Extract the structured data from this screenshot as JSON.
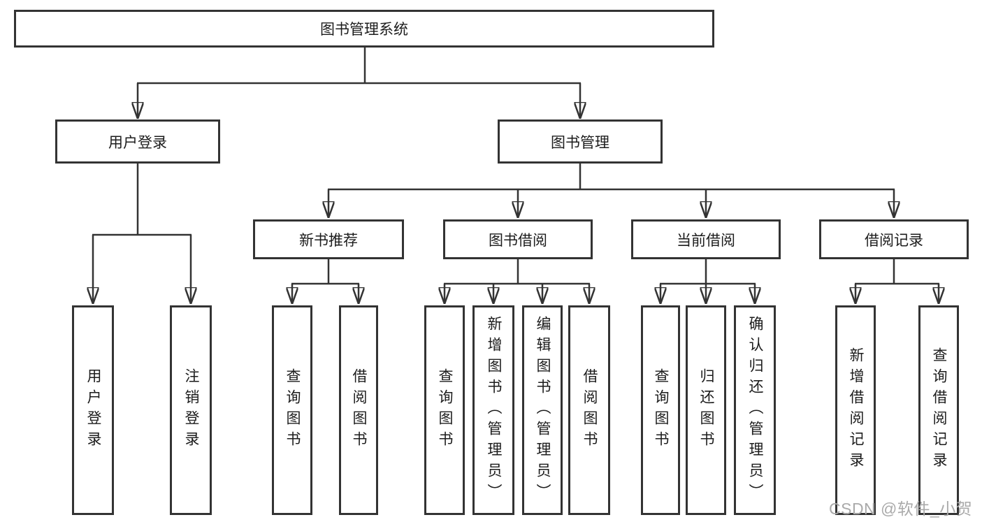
{
  "diagram": {
    "title": "图书管理系统",
    "children": [
      {
        "label": "用户登录",
        "children": [
          {
            "label": "用户登录"
          },
          {
            "label": "注销登录"
          }
        ]
      },
      {
        "label": "图书管理",
        "children": [
          {
            "label": "新书推荐",
            "children": [
              {
                "label": "查询图书"
              },
              {
                "label": "借阅图书"
              }
            ]
          },
          {
            "label": "图书借阅",
            "children": [
              {
                "label": "查询图书"
              },
              {
                "label": "新增图书（管理员）"
              },
              {
                "label": "编辑图书（管理员）"
              },
              {
                "label": "借阅图书"
              }
            ]
          },
          {
            "label": "当前借阅",
            "children": [
              {
                "label": "查询图书"
              },
              {
                "label": "归还图书"
              },
              {
                "label": "确认归还（管理员）"
              }
            ]
          },
          {
            "label": "借阅记录",
            "children": [
              {
                "label": "新增借阅记录"
              },
              {
                "label": "查询借阅记录"
              }
            ]
          }
        ]
      }
    ]
  },
  "watermark": "CSDN @软件_小贺同学",
  "colors": {
    "line": "#333333",
    "text": "#1c1c1c",
    "watermark": "#aaaaaa",
    "background": "#ffffff"
  }
}
